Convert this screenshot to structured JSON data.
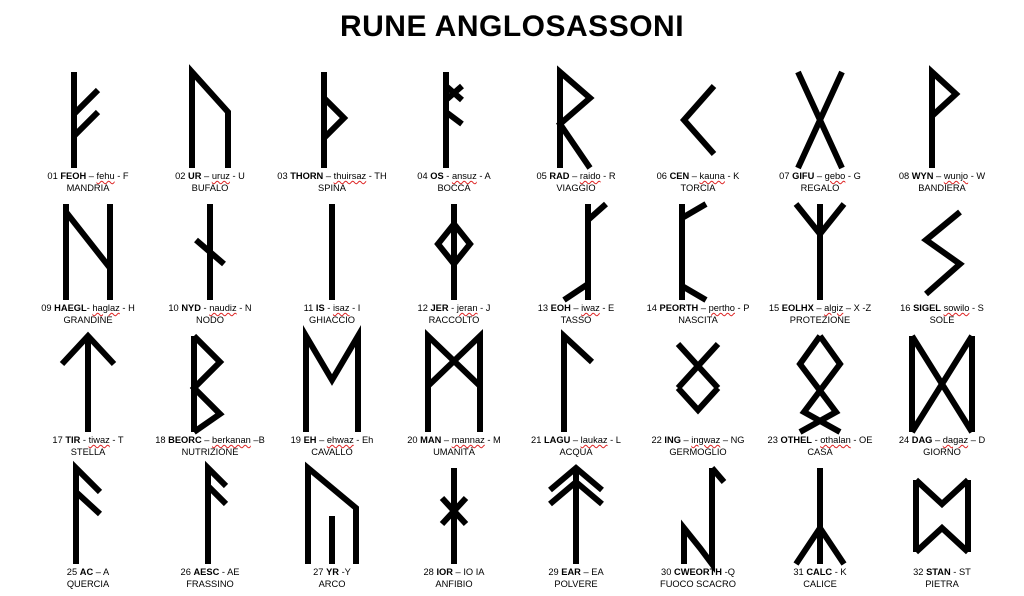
{
  "title": "RUNE ANGLOSASSONI",
  "runes": [
    {
      "num": "01",
      "name": "FEOH",
      "sep1": " – ",
      "translit": "fehu",
      "sep2": " - ",
      "sound": "F",
      "meaning": "MANDRIA",
      "shape": "feoh"
    },
    {
      "num": "02",
      "name": "UR",
      "sep1": " – ",
      "translit": "uruz",
      "sep2": " - ",
      "sound": "U",
      "meaning": "BUFALO",
      "shape": "ur"
    },
    {
      "num": "03",
      "name": "THORN",
      "sep1": " – ",
      "translit": "thuirsaz",
      "sep2": " - ",
      "sound": "TH",
      "meaning": "SPINA",
      "shape": "thorn"
    },
    {
      "num": "04",
      "name": "OS",
      "sep1": " - ",
      "translit": "ansuz",
      "sep2": " - ",
      "sound": "A",
      "meaning": "BOCCA",
      "shape": "os"
    },
    {
      "num": "05",
      "name": "RAD",
      "sep1": " – ",
      "translit": "raido",
      "sep2": " - ",
      "sound": "R",
      "meaning": "VIAGGIO",
      "shape": "rad"
    },
    {
      "num": "06",
      "name": "CEN",
      "sep1": " – ",
      "translit": "kauna",
      "sep2": " - ",
      "sound": "K",
      "meaning": "TORCIA",
      "shape": "cen"
    },
    {
      "num": "07",
      "name": "GIFU",
      "sep1": " – ",
      "translit": "gebo",
      "sep2": " - ",
      "sound": "G",
      "meaning": "REGALO",
      "shape": "gifu"
    },
    {
      "num": "08",
      "name": "WYN",
      "sep1": " – ",
      "translit": "wunjo",
      "sep2": " - ",
      "sound": "W",
      "meaning": "BANDIERA",
      "shape": "wyn"
    },
    {
      "num": "09",
      "name": "HAEGL",
      "sep1": "- ",
      "translit": "haglaz",
      "sep2": " - ",
      "sound": "H",
      "meaning": "GRANDINE",
      "shape": "haegl"
    },
    {
      "num": "10",
      "name": "NYD",
      "sep1": " - ",
      "translit": "naudiz",
      "sep2": " - ",
      "sound": "N",
      "meaning": "NODO",
      "shape": "nyd"
    },
    {
      "num": "11",
      "name": "IS",
      "sep1": " - ",
      "translit": "isaz",
      "sep2": " - ",
      "sound": "I",
      "meaning": "GHIACCIO",
      "shape": "is"
    },
    {
      "num": "12",
      "name": "JER",
      "sep1": " - ",
      "translit": "jeran",
      "sep2": " - ",
      "sound": "J",
      "meaning": "RACCOLTO",
      "shape": "jer"
    },
    {
      "num": "13",
      "name": "EOH",
      "sep1": " – ",
      "translit": "iwaz",
      "sep2": " - ",
      "sound": "E",
      "meaning": "TASSO",
      "shape": "eoh"
    },
    {
      "num": "14",
      "name": "PEORTH",
      "sep1": " – ",
      "translit": "pertho",
      "sep2": " - ",
      "sound": "P",
      "meaning": "NASCITA",
      "shape": "peorth"
    },
    {
      "num": "15",
      "name": "EOLHX",
      "sep1": " – ",
      "translit": "algiz",
      "sep2": " – ",
      "sound": "X -Z",
      "meaning": "PROTEZIONE",
      "shape": "eolhx"
    },
    {
      "num": "16",
      "name": "SIGEL",
      "sep1": " ",
      "translit": "sowilo",
      "sep2": "  - ",
      "sound": "S",
      "meaning": "SOLE",
      "shape": "sigel"
    },
    {
      "num": "17",
      "name": "TIR",
      "sep1": " - ",
      "translit": "tiwaz",
      "sep2": " - ",
      "sound": "T",
      "meaning": "STELLA",
      "shape": "tir"
    },
    {
      "num": "18",
      "name": "BEORC",
      "sep1": " – ",
      "translit": "berkanan",
      "sep2": " –",
      "sound": "B",
      "meaning": "NUTRIZIONE",
      "shape": "beorc"
    },
    {
      "num": "19",
      "name": "EH",
      "sep1": " – ",
      "translit": "ehwaz",
      "sep2": " - ",
      "sound": "Eh",
      "meaning": "CAVALLO",
      "shape": "eh"
    },
    {
      "num": "20",
      "name": "MAN",
      "sep1": " – ",
      "translit": "mannaz",
      "sep2": " - ",
      "sound": "M",
      "meaning": "UMANITÀ",
      "shape": "man"
    },
    {
      "num": "21",
      "name": "LAGU",
      "sep1": " – ",
      "translit": "laukaz",
      "sep2": " - ",
      "sound": "L",
      "meaning": "ACQUA",
      "shape": "lagu"
    },
    {
      "num": "22",
      "name": "ING",
      "sep1": " – ",
      "translit": "ingwaz",
      "sep2": " – ",
      "sound": "NG",
      "meaning": "GERMOGLIO",
      "shape": "ing"
    },
    {
      "num": "23",
      "name": "OTHEL",
      "sep1": " - ",
      "translit": "othalan",
      "sep2": " - ",
      "sound": "OE",
      "meaning": "CASA",
      "shape": "othel"
    },
    {
      "num": "24",
      "name": "DAG",
      "sep1": " – ",
      "translit": "dagaz",
      "sep2": " – ",
      "sound": "D",
      "meaning": "GIORNO",
      "shape": "dag"
    },
    {
      "num": "25",
      "name": "AC",
      "sep1": " – ",
      "translit": "",
      "sep2": "",
      "sound": "A",
      "meaning": "QUERCIA",
      "shape": "ac"
    },
    {
      "num": "26",
      "name": "AESC",
      "sep1": " - ",
      "translit": "",
      "sep2": "",
      "sound": "AE",
      "meaning": "FRASSINO",
      "shape": "aesc"
    },
    {
      "num": "27",
      "name": "YR",
      "sep1": " -",
      "translit": "",
      "sep2": "",
      "sound": "Y",
      "meaning": "ARCO",
      "shape": "yr"
    },
    {
      "num": "28",
      "name": "IOR",
      "sep1": " – ",
      "translit": "",
      "sep2": "",
      "sound": "IO IA",
      "meaning": "ANFIBIO",
      "shape": "ior"
    },
    {
      "num": "29",
      "name": "EAR",
      "sep1": " – ",
      "translit": "",
      "sep2": "",
      "sound": "EA",
      "meaning": "POLVERE",
      "shape": "ear"
    },
    {
      "num": "30",
      "name": "CWEORTH",
      "sep1": " -",
      "translit": "",
      "sep2": "",
      "sound": "Q",
      "meaning": "FUOCO SCACRO",
      "shape": "cweorth"
    },
    {
      "num": "31",
      "name": "CALC",
      "sep1": " - ",
      "translit": "",
      "sep2": "",
      "sound": "K",
      "meaning": "CALICE",
      "shape": "calc"
    },
    {
      "num": "32",
      "name": "STAN",
      "sep1": " - ",
      "translit": "",
      "sep2": "",
      "sound": "ST",
      "meaning": "PIETRA",
      "shape": "stan"
    }
  ]
}
